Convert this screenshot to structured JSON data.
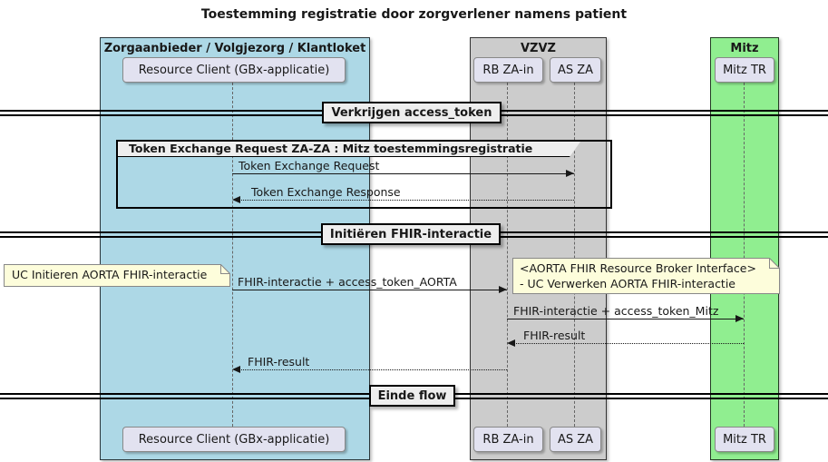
{
  "title": "Toestemming registratie door zorgverlener namens patient",
  "boxes": [
    {
      "label": "Zorgaanbieder / Volgjezorg / Klantloket",
      "color": "#ADD8E6"
    },
    {
      "label": "VZVZ",
      "color": "#CCCCCC"
    },
    {
      "label": "Mitz",
      "color": "#90EE90"
    }
  ],
  "participants": [
    {
      "label": "Resource Client (GBx-applicatie)",
      "box": "Zorgaanbieder / Volgjezorg / Klantloket"
    },
    {
      "label": "RB ZA-in",
      "box": "VZVZ"
    },
    {
      "label": "AS ZA",
      "box": "VZVZ"
    },
    {
      "label": "Mitz TR",
      "box": "Mitz"
    }
  ],
  "dividers": [
    {
      "label": "Verkrijgen access_token"
    },
    {
      "label": "Initiëren FHIR-interactie"
    },
    {
      "label": "Einde flow"
    }
  ],
  "group": {
    "label": "Token Exchange Request ZA-ZA : Mitz toestemmingsregistratie"
  },
  "messages": [
    {
      "label": "Token Exchange Request",
      "from": "Resource Client (GBx-applicatie)",
      "to": "AS ZA",
      "line": "solid"
    },
    {
      "label": "Token Exchange Response",
      "from": "AS ZA",
      "to": "Resource Client (GBx-applicatie)",
      "line": "dotted"
    },
    {
      "label": "FHIR-interactie + access_token_AORTA",
      "from": "Resource Client (GBx-applicatie)",
      "to": "RB ZA-in",
      "line": "solid"
    },
    {
      "label": "FHIR-interactie + access_token_Mitz",
      "from": "RB ZA-in",
      "to": "Mitz TR",
      "line": "solid"
    },
    {
      "label": "FHIR-result",
      "from": "Mitz TR",
      "to": "RB ZA-in",
      "line": "dotted"
    },
    {
      "label": "FHIR-result",
      "from": "RB ZA-in",
      "to": "Resource Client (GBx-applicatie)",
      "line": "dotted"
    }
  ],
  "notes": [
    {
      "lines": [
        "UC Initieren AORTA FHIR-interactie"
      ]
    },
    {
      "lines": [
        "<AORTA FHIR Resource Broker Interface>",
        "- UC Verwerken AORTA FHIR-interactie"
      ]
    }
  ],
  "colors": {
    "box_zorgaanbieder": "#ADD8E6",
    "box_vzvz": "#CCCCCC",
    "box_mitz": "#90EE90",
    "participant_fill": "#E2E2F0",
    "note_fill": "#FDFDDB",
    "divider_fill": "#EEEEEE",
    "frame_header_fill": "#EEEEEE",
    "line": "#181818"
  }
}
